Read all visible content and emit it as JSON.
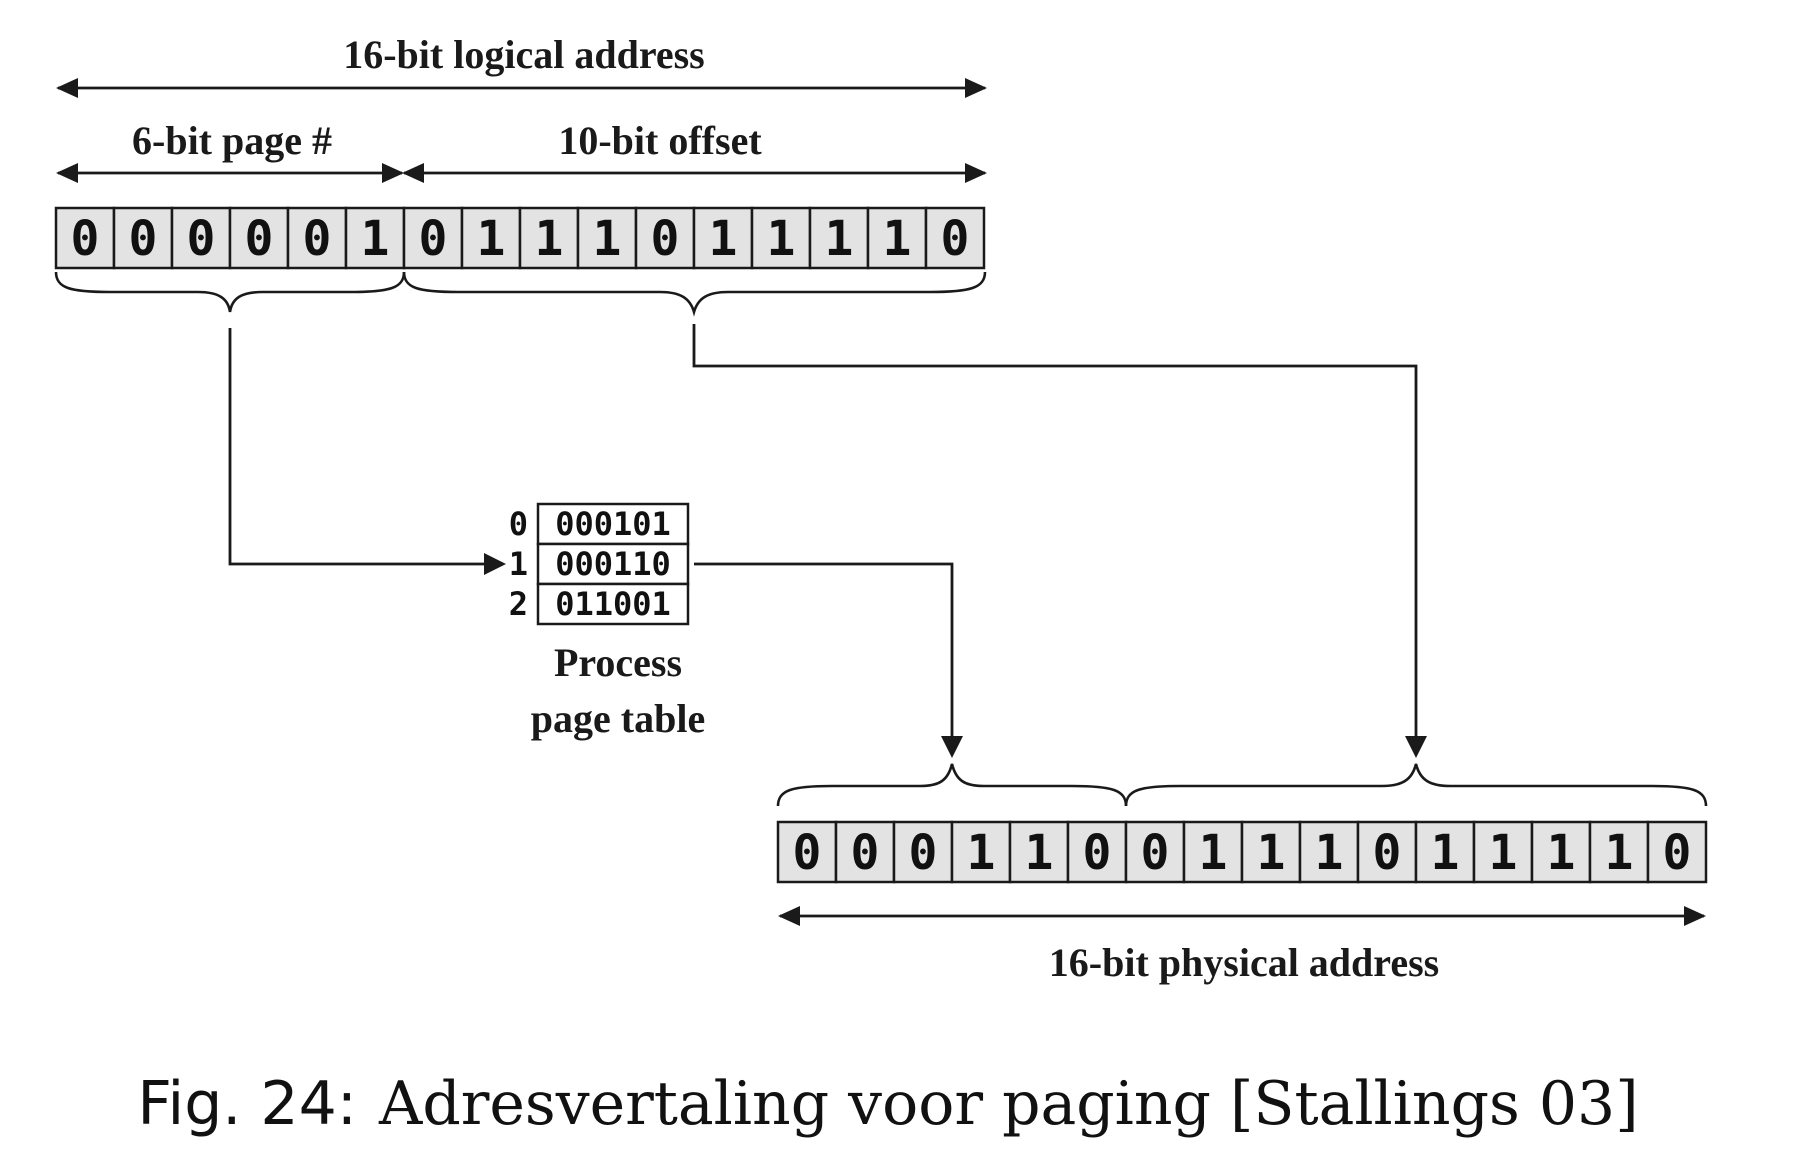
{
  "logical": {
    "label": "16-bit logical address",
    "page_label": "6-bit page #",
    "offset_label": "10-bit offset",
    "bits": [
      "0",
      "0",
      "0",
      "0",
      "0",
      "1",
      "0",
      "1",
      "1",
      "1",
      "0",
      "1",
      "1",
      "1",
      "1",
      "0"
    ]
  },
  "page_table": {
    "indices": [
      "0",
      "1",
      "2"
    ],
    "entries": [
      "000101",
      "000110",
      "011001"
    ],
    "label_line1": "Process",
    "label_line2": "page table"
  },
  "physical": {
    "label": "16-bit physical address",
    "bits": [
      "0",
      "0",
      "0",
      "1",
      "1",
      "0",
      "0",
      "1",
      "1",
      "1",
      "0",
      "1",
      "1",
      "1",
      "1",
      "0"
    ]
  },
  "caption": {
    "prefix": "Fig. 24:",
    "text": "Adresvertaling voor paging [Stallings 03]"
  }
}
